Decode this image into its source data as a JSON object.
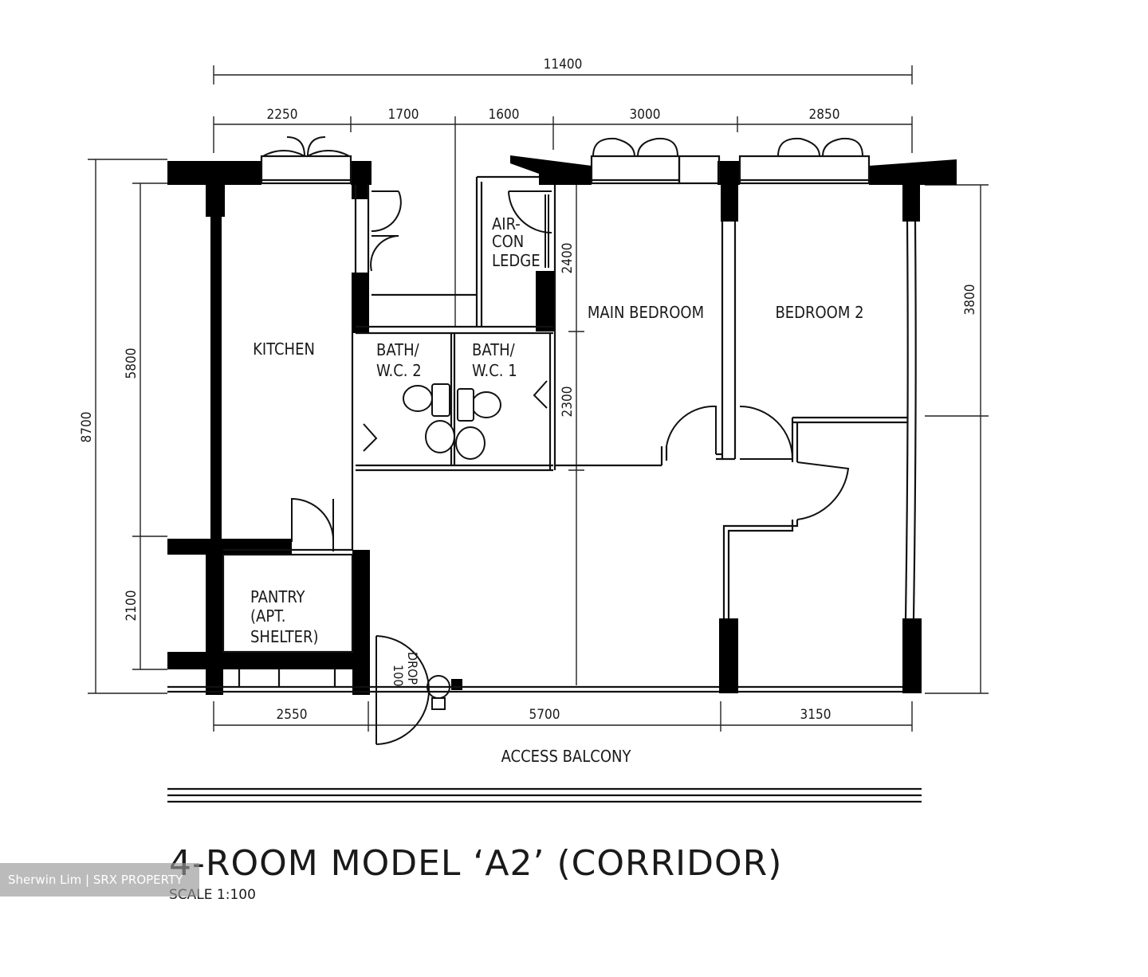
{
  "dimensions": {
    "overall_width": "11400",
    "top_segments": [
      "2250",
      "1700",
      "1600",
      "3000",
      "2850"
    ],
    "bottom_segments": [
      "2550",
      "5700",
      "3150"
    ],
    "left_outer": "8700",
    "left_upper": "5800",
    "left_lower": "2100",
    "right_upper": "3800",
    "mid_upper": "2400",
    "mid_lower": "2300"
  },
  "rooms": {
    "air_con": [
      "AIR-",
      "CON",
      "LEDGE"
    ],
    "kitchen": "KITCHEN",
    "bath2": [
      "BATH/",
      "W.C. 2"
    ],
    "bath1": [
      "BATH/",
      "W.C. 1"
    ],
    "main_bedroom": "MAIN BEDROOM",
    "bedroom2": "BEDROOM 2",
    "pantry": [
      "PANTRY",
      "(APT.",
      "SHELTER)"
    ],
    "refuse_chute": [
      "100",
      "DROP"
    ],
    "access_balcony": "ACCESS BALCONY"
  },
  "title": "4-ROOM MODEL ‘A2’ (CORRIDOR)",
  "scale": "SCALE 1:100",
  "watermark": "Sherwin Lim | SRX PROPERTY"
}
